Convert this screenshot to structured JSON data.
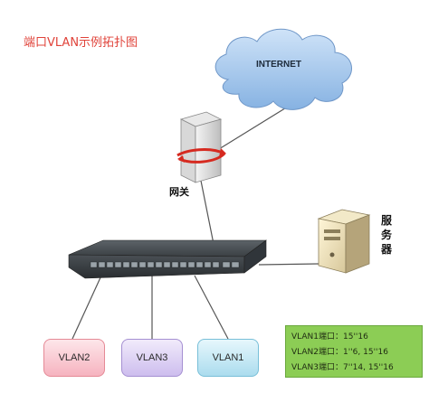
{
  "title": "端口VLAN示例拓扑图",
  "cloud": {
    "label": "INTERNET"
  },
  "gateway": {
    "label": "网关"
  },
  "server": {
    "label": "服务器"
  },
  "vlans": [
    {
      "label": "VLAN2"
    },
    {
      "label": "VLAN3"
    },
    {
      "label": "VLAN1"
    }
  ],
  "port_info": {
    "lines": [
      "VLAN1端口：15''16",
      "VLAN2端口：1''6, 15''16",
      "VLAN3端口：7''14, 15''16"
    ]
  },
  "colors": {
    "title": "#e0433a",
    "cloud_fill": "#9fc3ea",
    "info_box": "#8ccd55",
    "connection_line": "#555555"
  }
}
